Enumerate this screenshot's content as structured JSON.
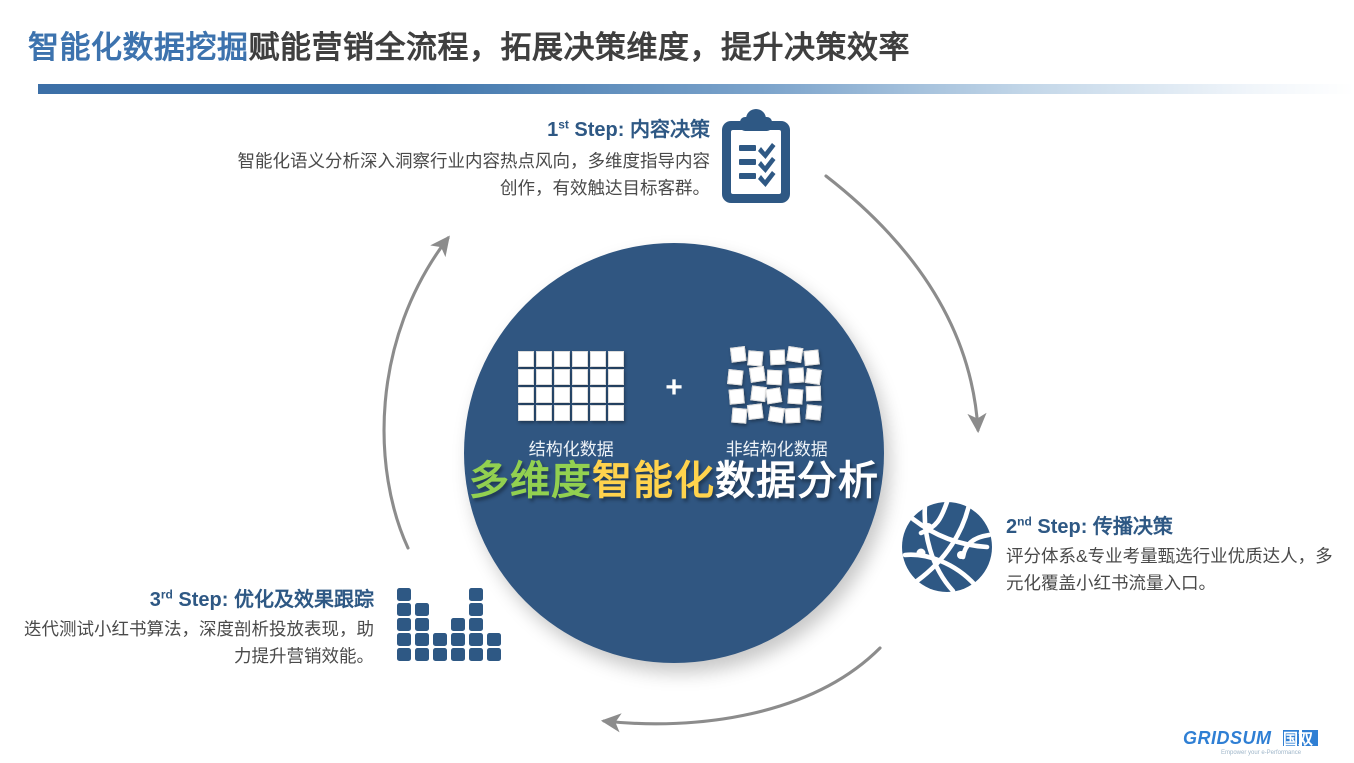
{
  "slide": {
    "title": {
      "highlight": "智能化数据挖掘",
      "rest": "赋能营销全流程，拓展决策维度，提升决策效率"
    },
    "center": {
      "structured_label": "结构化数据",
      "unstructured_label": "非结构化数据",
      "plus": "+",
      "slogan_part1": "多维度",
      "slogan_part2": "智能化",
      "slogan_part3": "数据分析",
      "colors": {
        "circle": "#305681",
        "slogan_green": "#92D050",
        "slogan_yellow": "#FFD34D",
        "slogan_white": "#FFFFFF"
      }
    },
    "steps": [
      {
        "ordinal": "1",
        "suffix": "st",
        "label": " Step: 内容决策",
        "title_plain": "1st Step: 内容决策",
        "body": "智能化语义分析深入洞察行业内容热点风向，多维度指导内容创作，有效触达目标客群。",
        "icon": "clipboard-checklist-icon"
      },
      {
        "ordinal": "2",
        "suffix": "nd",
        "label": " Step: 传播决策",
        "title_plain": "2nd Step: 传播决策",
        "body": "评分体系&专业考量甄选行业优质达人，多元化覆盖小红书流量入口。",
        "icon": "globe-network-icon"
      },
      {
        "ordinal": "3",
        "suffix": "rd",
        "label": " Step: 优化及效果跟踪",
        "title_plain": "3rd Step: 优化及效果跟踪",
        "body": "迭代测试小红书算法，深度剖析投放表现，助力提升营销效能。",
        "icon": "bar-chart-icon"
      }
    ],
    "icons": {
      "clipboard": "clipboard-checklist-icon",
      "globe": "globe-network-icon",
      "bars": "bar-chart-icon",
      "bar_heights": [
        5,
        4,
        2,
        3,
        5,
        2
      ]
    },
    "logo": {
      "name": "GRIDSUM",
      "cn": "国双",
      "tagline": "Empower your e-Performance",
      "color": "#2f7fd4"
    },
    "theme": {
      "title_blue": "#3D73AE",
      "title_dark": "#3F3F3F",
      "step_blue": "#2E5884",
      "body_gray": "#4A4A4A",
      "arrow_gray": "#8C8C8C"
    }
  }
}
